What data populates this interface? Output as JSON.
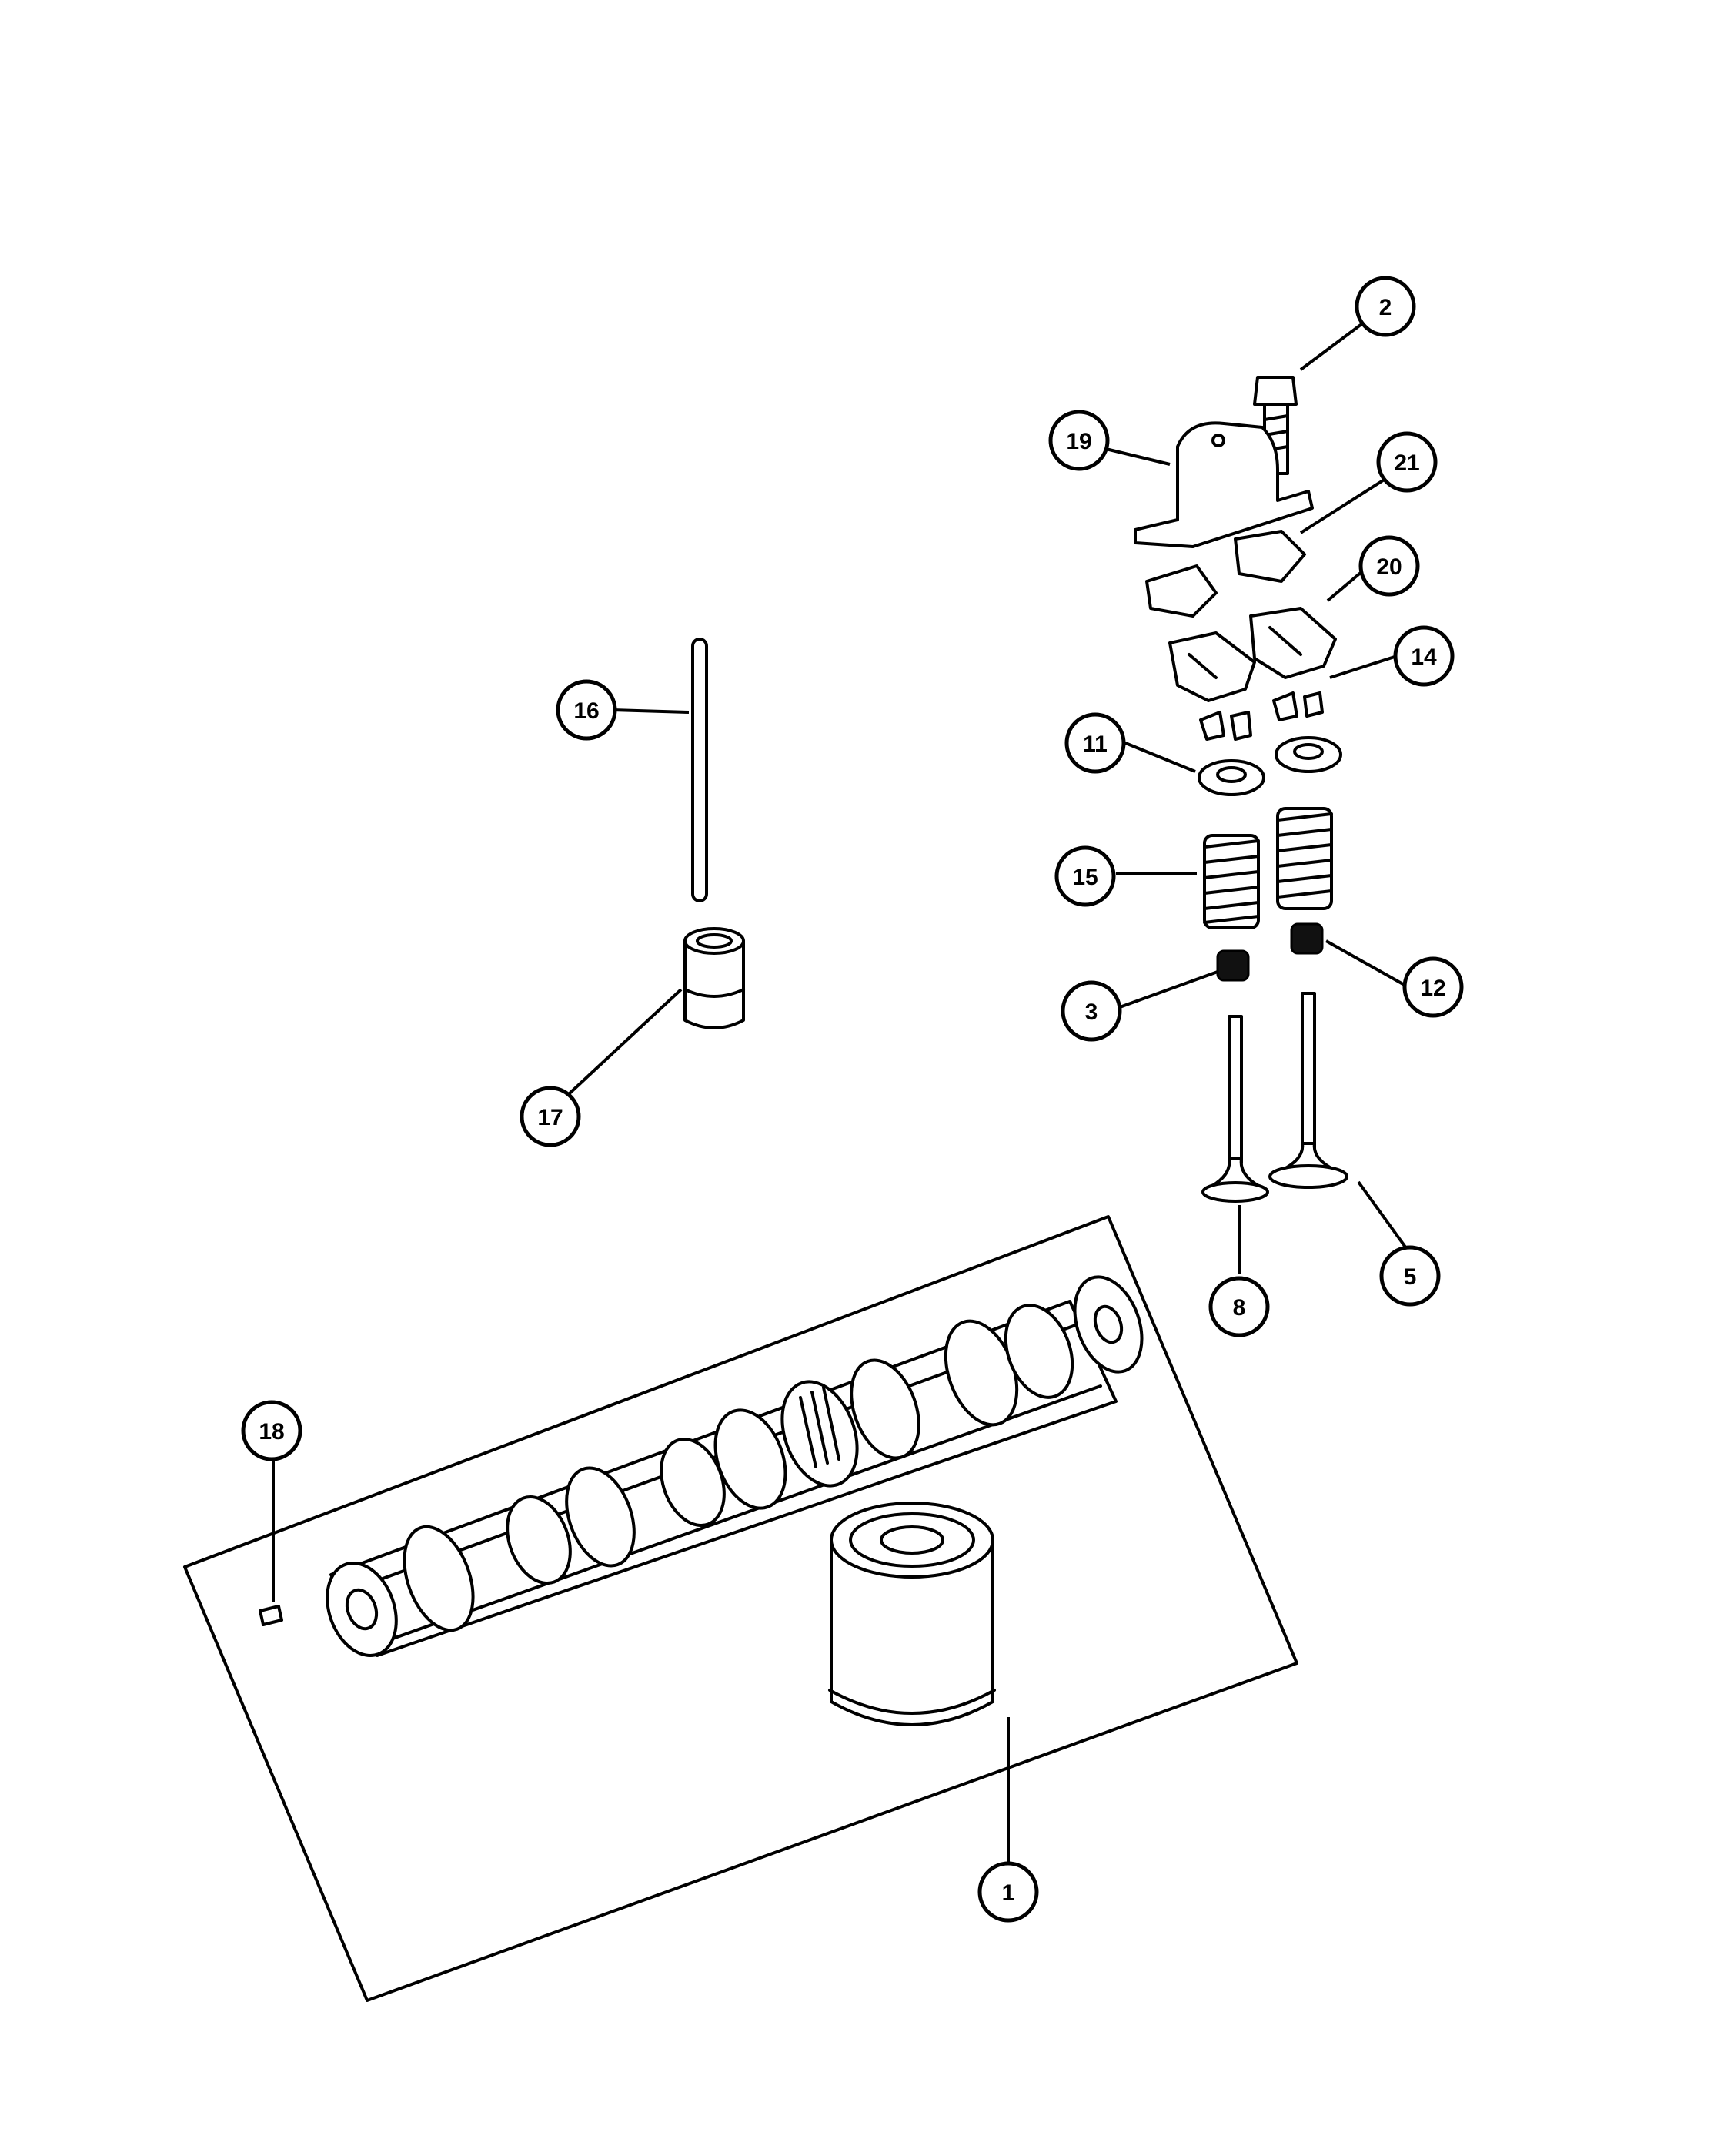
{
  "diagram": {
    "callouts": [
      {
        "id": "c1",
        "label": "1"
      },
      {
        "id": "c2",
        "label": "2"
      },
      {
        "id": "c3",
        "label": "3"
      },
      {
        "id": "c5",
        "label": "5"
      },
      {
        "id": "c8",
        "label": "8"
      },
      {
        "id": "c11",
        "label": "11"
      },
      {
        "id": "c12",
        "label": "12"
      },
      {
        "id": "c14",
        "label": "14"
      },
      {
        "id": "c15",
        "label": "15"
      },
      {
        "id": "c16",
        "label": "16"
      },
      {
        "id": "c17",
        "label": "17"
      },
      {
        "id": "c18",
        "label": "18"
      },
      {
        "id": "c19",
        "label": "19"
      },
      {
        "id": "c20",
        "label": "20"
      },
      {
        "id": "c21",
        "label": "21"
      }
    ]
  }
}
